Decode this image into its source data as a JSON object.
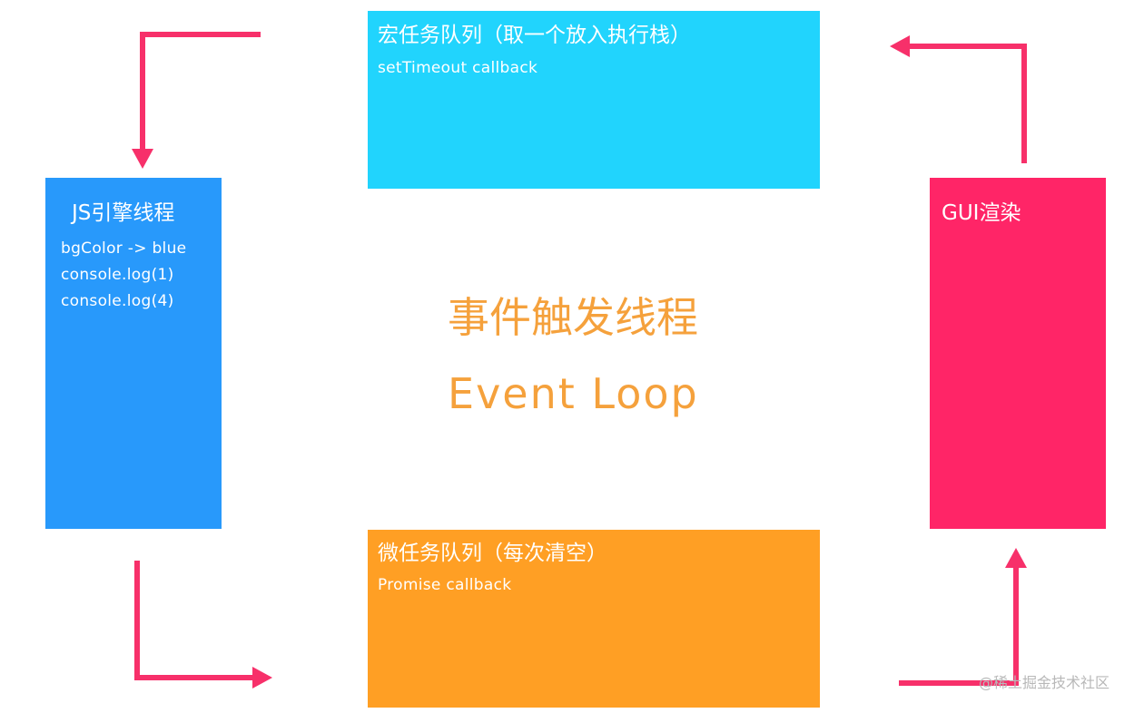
{
  "macro_queue": {
    "title": "宏任务队列（取一个放入执行栈）",
    "line": "setTimeout  callback"
  },
  "micro_queue": {
    "title": "微任务队列（每次清空）",
    "line": "Promise  callback"
  },
  "js_engine": {
    "title": "JS引擎线程",
    "lines": [
      "bgColor -> blue",
      "console.log(1)",
      "console.log(4)"
    ]
  },
  "gui_render": {
    "title": "GUI渲染"
  },
  "center": {
    "title": "事件触发线程",
    "subtitle": "Event Loop"
  },
  "watermark": "@稀土掘金技术社区",
  "colors": {
    "macro": "#21d4fd",
    "micro": "#ff9f24",
    "js": "#2899fb",
    "gui": "#ff2567",
    "arrow": "#f7306a",
    "center_text": "#f5a13c"
  }
}
